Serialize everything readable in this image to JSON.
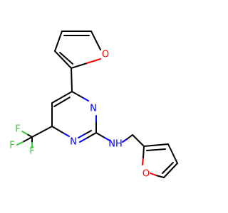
{
  "molecule": {
    "atoms": {
      "o_top": "O",
      "n_ring_top": "N",
      "n_ring_bottom": "N",
      "nh": "NH",
      "f1": "F",
      "f2": "F",
      "f3": "F",
      "o_bottom": "O"
    }
  },
  "colors": {
    "bond": "#000000",
    "oxygen": "#ff0000",
    "nitrogen": "#0000ff",
    "fluorine": "#33cc33"
  }
}
